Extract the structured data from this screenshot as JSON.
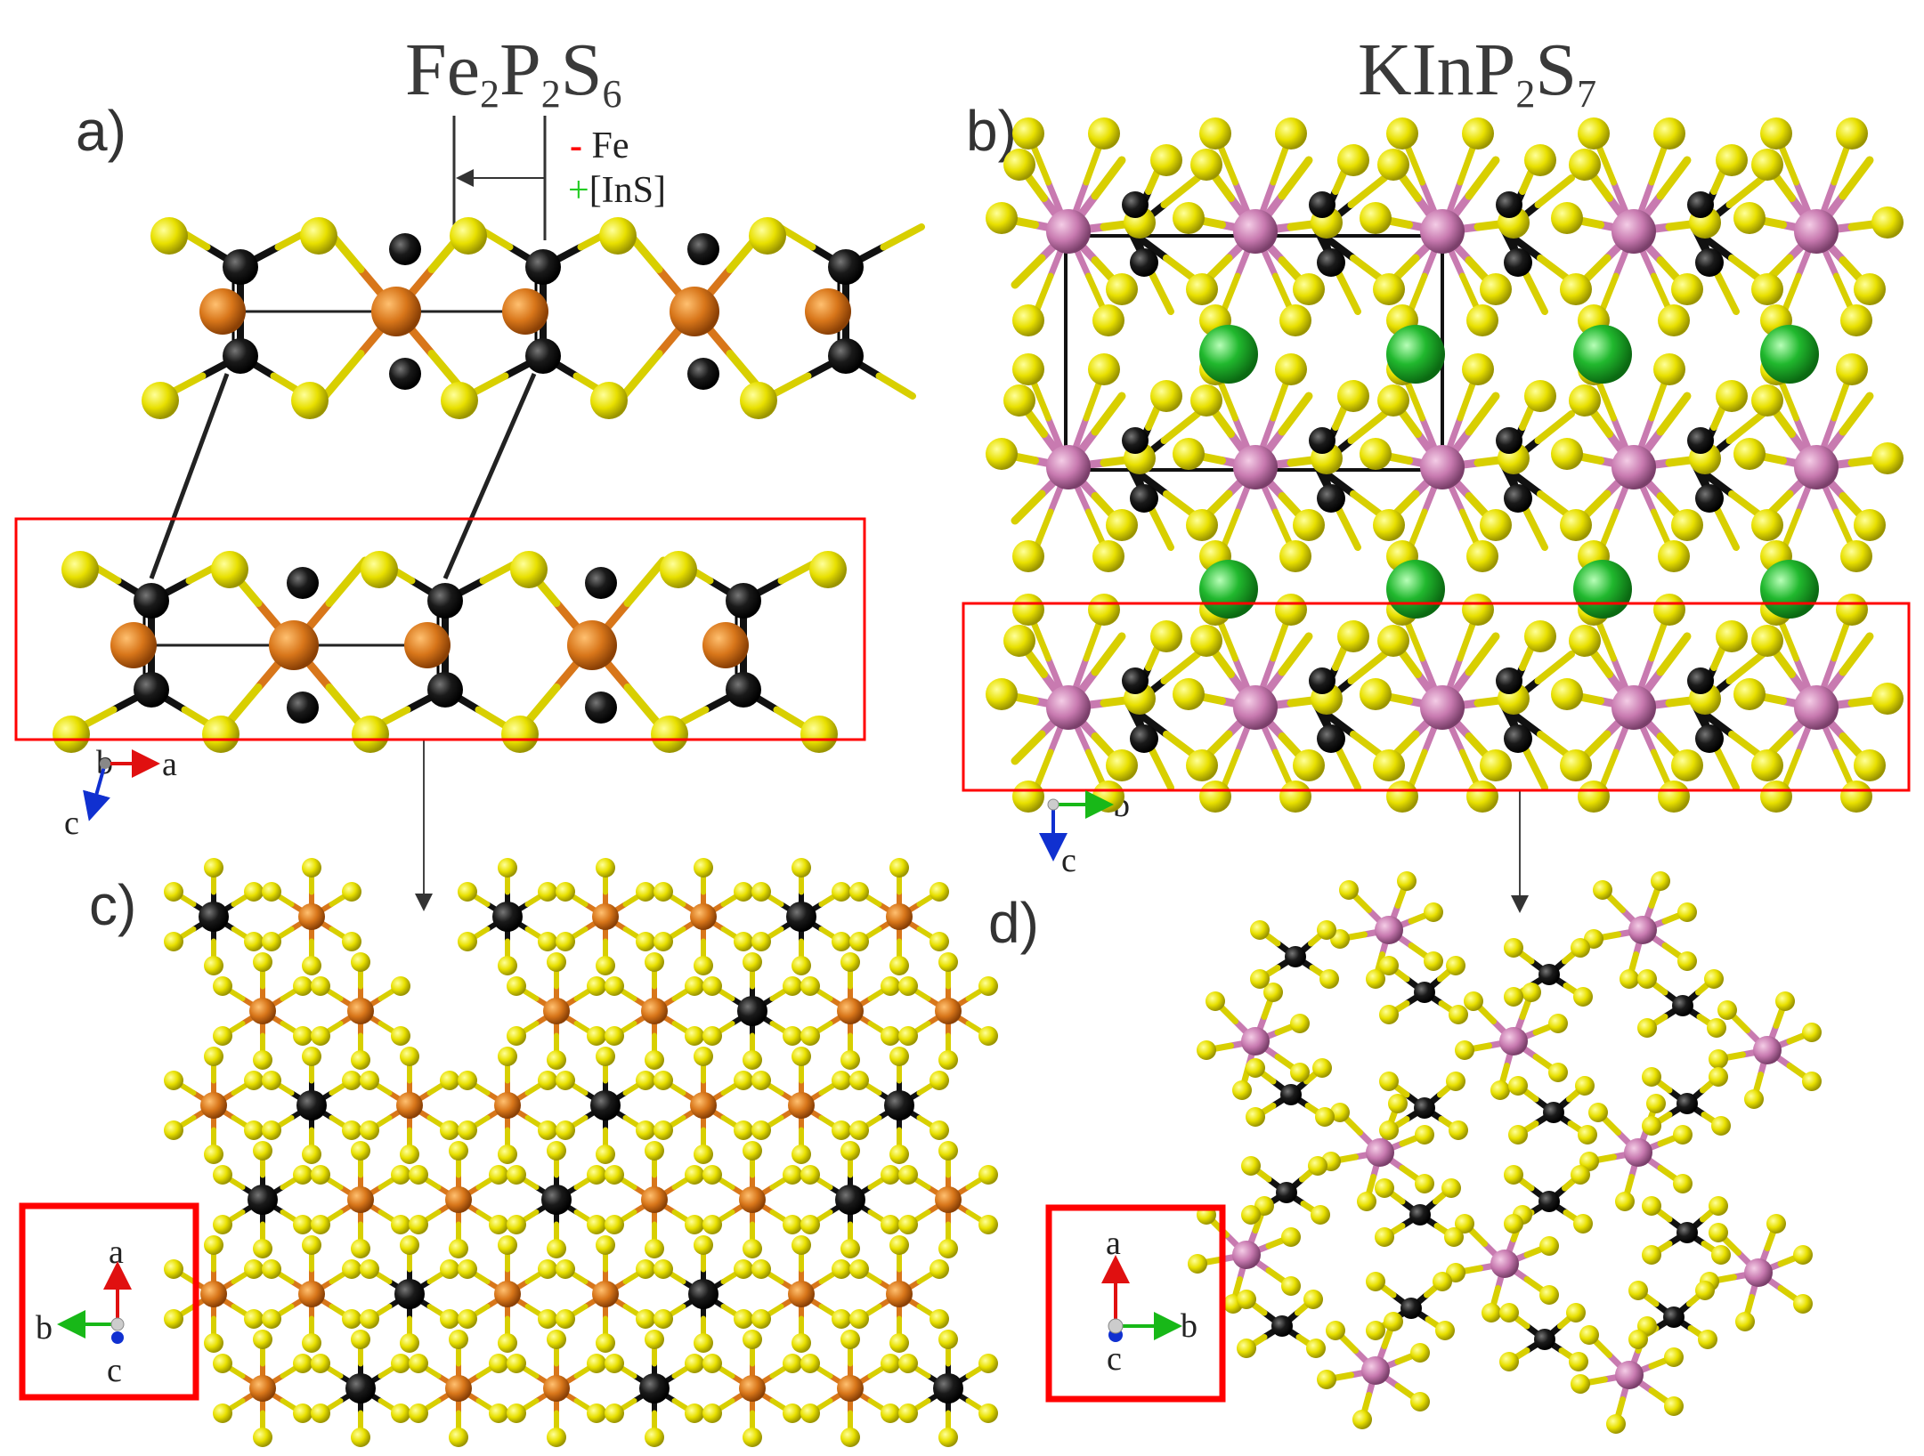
{
  "titles": {
    "left": {
      "base1": "Fe",
      "sub1": "2",
      "base2": "P",
      "sub2": "2",
      "base3": "S",
      "sub3": "6"
    },
    "right": {
      "base1": "KInP",
      "sub1": "2",
      "base2": "S",
      "sub2": "7"
    }
  },
  "panels": {
    "a": "a)",
    "b": "b)",
    "c": "c)",
    "d": "d)"
  },
  "legend": {
    "minus_sign": "-",
    "minus_label": "Fe",
    "plus_sign": "+",
    "plus_label": "[InS]"
  },
  "axes": {
    "a": {
      "h": "a",
      "v": "c",
      "n": "b"
    },
    "b": {
      "h": "b",
      "v": "c"
    },
    "c": {
      "up": "a",
      "left": "b",
      "down": "c"
    },
    "d": {
      "up": "a",
      "right": "b",
      "down": "c"
    }
  },
  "colors": {
    "S": "#e8e000",
    "P": "#111111",
    "Fe": "#d8761a",
    "In": "#c87ab0",
    "K": "#21b82e",
    "highlight": "#ff0000",
    "axis_a": "#e01010",
    "axis_b": "#18b818",
    "axis_c": "#1030d0"
  }
}
